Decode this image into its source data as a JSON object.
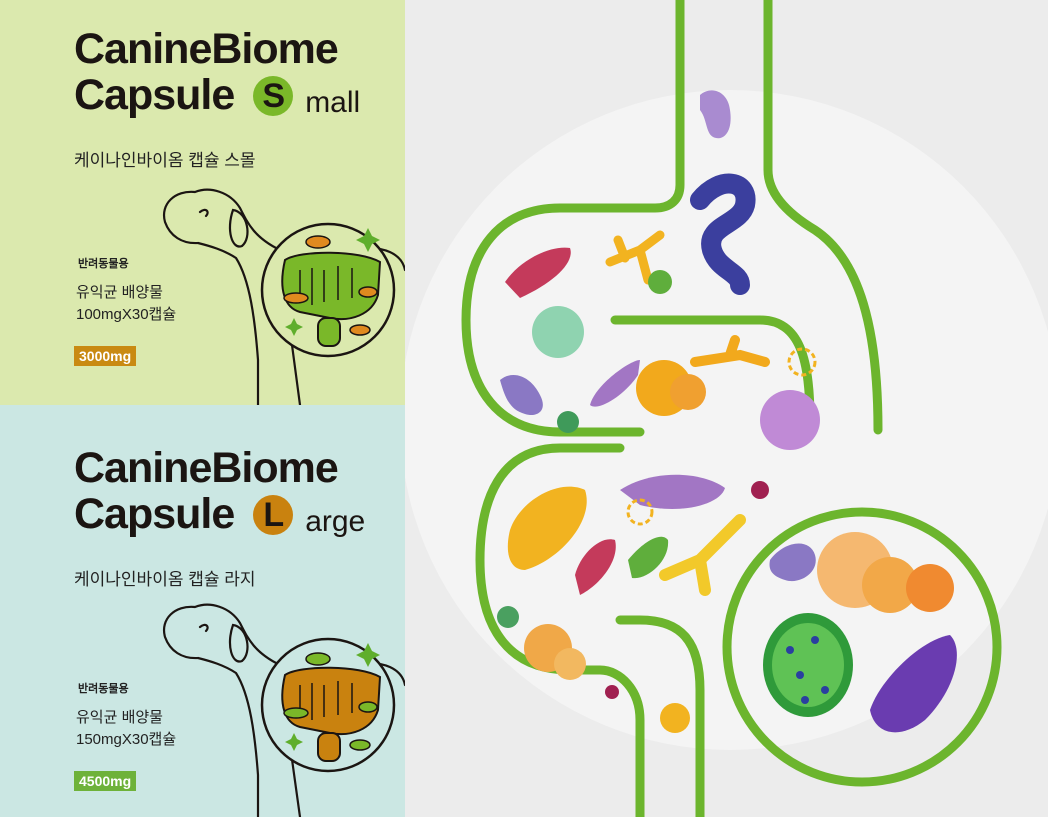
{
  "products": {
    "small": {
      "title_line1": "CanineBiome",
      "title_line2": "Capsule",
      "size_letter": "S",
      "size_rest": "mall",
      "korean_name": "케이나인바이옴 캡슐 스몰",
      "usage": "반려동물용",
      "desc_line1": "유익균 배양물",
      "desc_line2": "100mgX30캡슐",
      "dose": "3000mg",
      "accent_color": "#7ab829",
      "dose_color": "#c98a12",
      "panel_color": "#dbe9ae"
    },
    "large": {
      "title_line1": "CanineBiome",
      "title_line2": "Capsule",
      "size_letter": "L",
      "size_rest": "arge",
      "korean_name": "케이나인바이옴 캡슐 라지",
      "usage": "반려동물용",
      "desc_line1": "유익균 배양물",
      "desc_line2": "150mgX30캡슐",
      "dose": "4500mg",
      "accent_color": "#c9820f",
      "dose_color": "#6eb23a",
      "panel_color": "#cbe7e3"
    }
  },
  "illustration": {
    "subject": "gut-microbiome",
    "tube_color": "#6cb52d"
  }
}
